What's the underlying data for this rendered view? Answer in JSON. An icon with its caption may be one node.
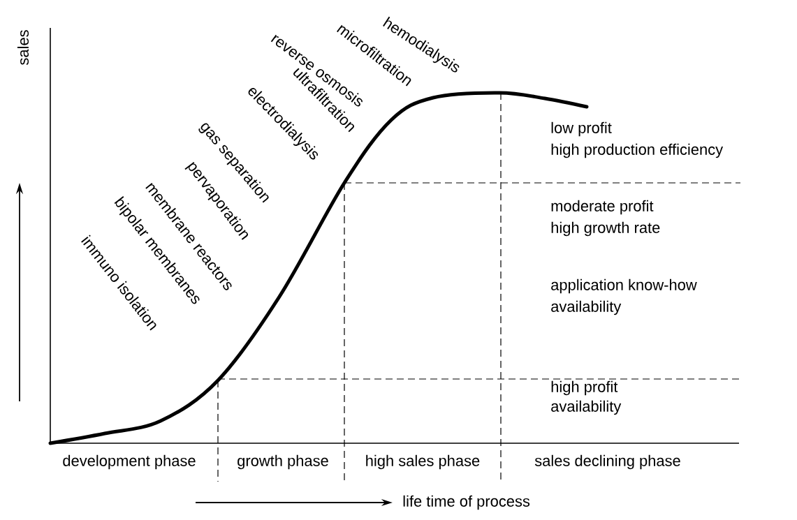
{
  "diagram": {
    "labels": [
      "sales",
      "hemodialysis",
      "microfiltration",
      "reverse osmosis",
      "ultrafiltration",
      "electrodialysis",
      "gas separation",
      "pervaporation",
      "membrane reactors",
      "bipolar membranes",
      "immuno isolation",
      "low profit",
      "high production efficiency",
      "moderate profit",
      "high growth rate",
      "application know-how",
      "availability",
      "high profit",
      "availability",
      "development phase",
      "growth phase",
      "high sales phase",
      "sales declining phase",
      "life time of process"
    ]
  }
}
